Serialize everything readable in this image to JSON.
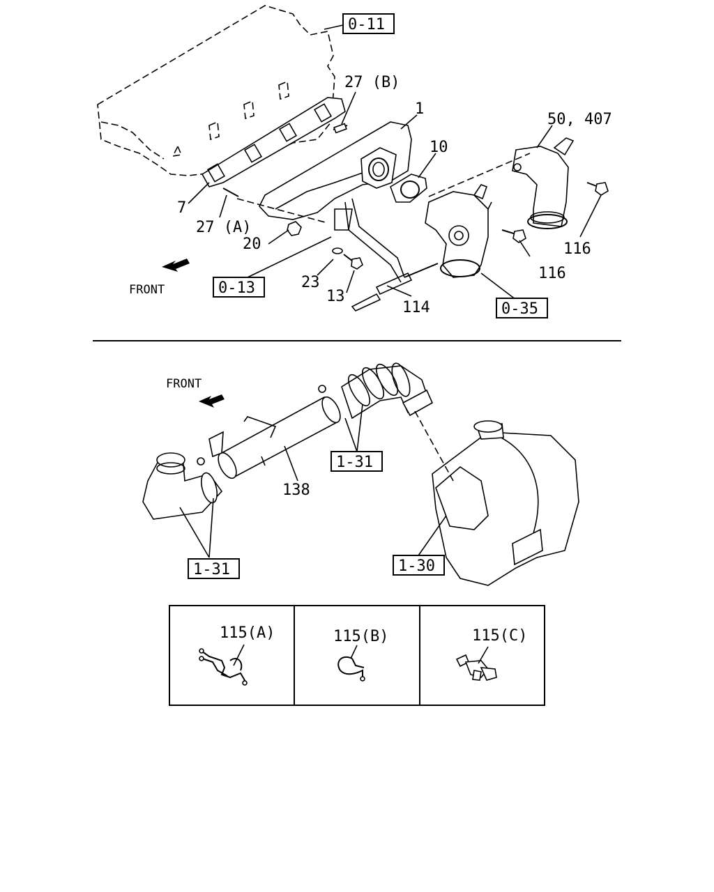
{
  "top_diagram": {
    "front_label": "FRONT",
    "refs": {
      "r011": "0-11",
      "r013": "0-13",
      "r035": "0-35"
    },
    "parts": {
      "p27b": "27 (B)",
      "p1": "1",
      "p10": "10",
      "p50": "50, 407",
      "p7": "7",
      "p27a": "27 (A)",
      "p20": "20",
      "p23": "23",
      "p13": "13",
      "p114": "114",
      "p116a": "116",
      "p116b": "116"
    }
  },
  "bottom_diagram": {
    "front_label": "FRONT",
    "refs": {
      "r131a": "1-31",
      "r131b": "1-31",
      "r130": "1-30"
    },
    "parts": {
      "p138": "138"
    }
  },
  "clamp_panels": [
    {
      "label": "115(A)"
    },
    {
      "label": "115(B)"
    },
    {
      "label": "115(C)"
    }
  ]
}
